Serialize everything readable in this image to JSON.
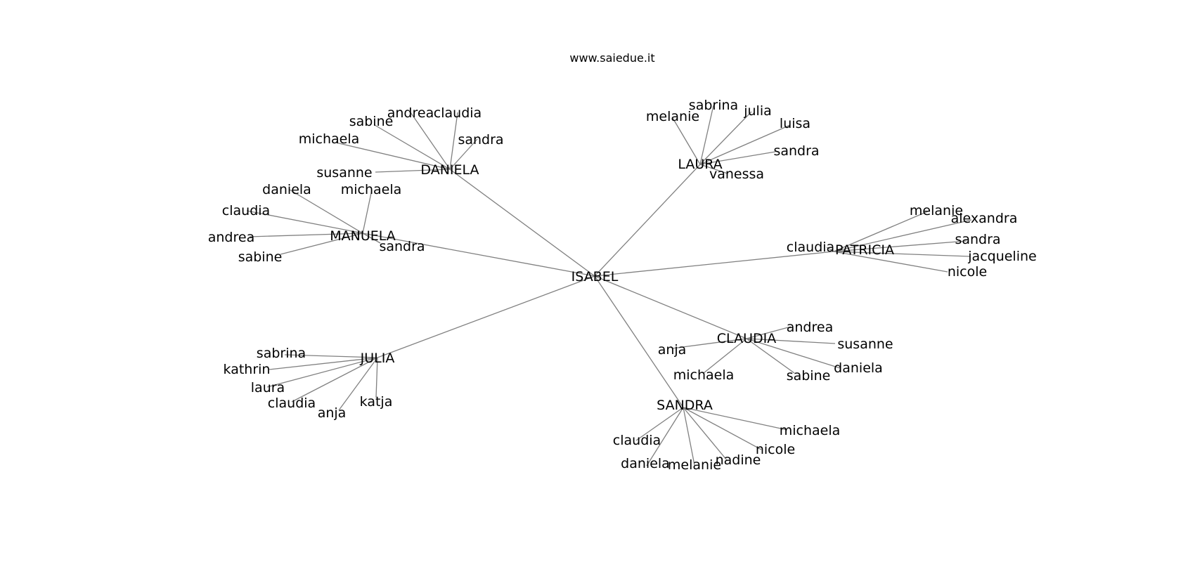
{
  "title": "www.saiedue.it",
  "colors": {
    "edge": "#808080",
    "text": "#000000",
    "background": "#ffffff"
  },
  "graph": {
    "root": "ISABEL",
    "branches": [
      {
        "name": "DANIELA",
        "leaves": [
          "andrea",
          "claudia",
          "sabine",
          "michaela",
          "sandra",
          "susanne"
        ]
      },
      {
        "name": "MANUELA",
        "leaves": [
          "daniela",
          "michaela",
          "claudia",
          "andrea",
          "sandra",
          "sabine"
        ]
      },
      {
        "name": "LAURA",
        "leaves": [
          "sabrina",
          "melanie",
          "julia",
          "luisa",
          "sandra",
          "vanessa"
        ]
      },
      {
        "name": "PATRICIA",
        "leaves": [
          "melanie",
          "alexandra",
          "claudia",
          "sandra",
          "jacqueline",
          "nicole"
        ]
      },
      {
        "name": "JULIA",
        "leaves": [
          "sabrina",
          "kathrin",
          "laura",
          "claudia",
          "anja",
          "katja"
        ]
      },
      {
        "name": "CLAUDIA",
        "leaves": [
          "andrea",
          "anja",
          "susanne",
          "michaela",
          "daniela",
          "sabine"
        ]
      },
      {
        "name": "SANDRA",
        "leaves": [
          "michaela",
          "claudia",
          "nicole",
          "nadine",
          "daniela",
          "melanie"
        ]
      }
    ]
  }
}
